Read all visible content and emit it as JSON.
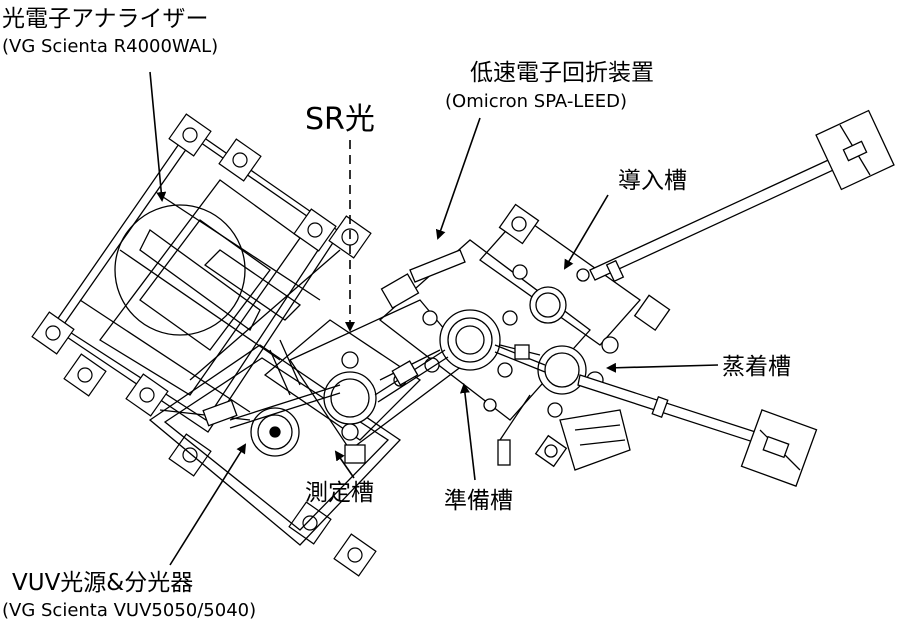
{
  "labels": {
    "analyzer": {
      "name": "光電子アナライザー",
      "model": "(VG Scienta R4000WAL)"
    },
    "leed": {
      "name": "低速電子回折装置",
      "model": "(Omicron SPA-LEED)"
    },
    "sr": {
      "name": "SR光"
    },
    "loadlock": {
      "name": "導入槽"
    },
    "evaporation": {
      "name": "蒸着槽"
    },
    "measurement": {
      "name": "測定槽"
    },
    "preparation": {
      "name": "準備槽"
    },
    "vuv": {
      "name": "VUV光源&分光器",
      "model": "(VG Scienta VUV5050/5040)"
    }
  },
  "colors": {
    "ink": "#000000",
    "background": "#ffffff",
    "shade": "#d8d8d8"
  }
}
